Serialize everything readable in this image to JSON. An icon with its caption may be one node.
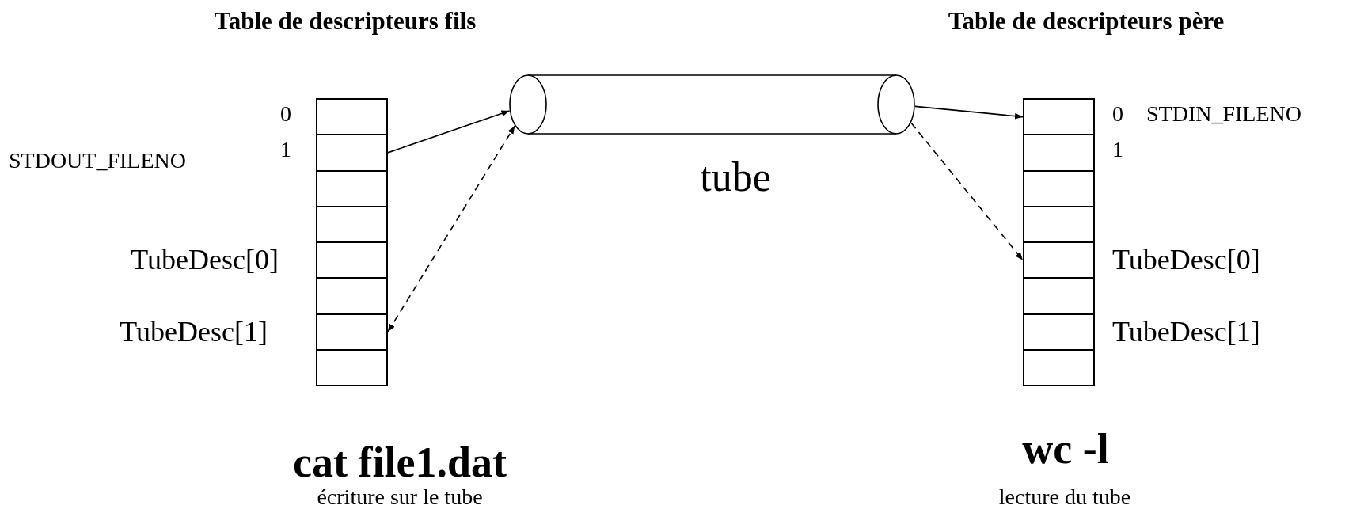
{
  "diagram": {
    "nodes": [
      {
        "text": [
          "Table de descripteurs fils"
        ]
      },
      {
        "text": [],
        "shape": "box",
        "in": 0,
        "beside": [
          "0"
        ]
      },
      {
        "text": [],
        "shape": "box",
        "in": 0,
        "beside": [
          "1"
        ]
      },
      {
        "text": [],
        "shape": "box",
        "in": 0
      },
      {
        "text": [],
        "shape": "box",
        "in": 0
      },
      {
        "text": [],
        "shape": "box",
        "in": 0,
        "beside": [
          "TubeDesc[0]"
        ]
      },
      {
        "text": [],
        "shape": "box",
        "in": 0
      },
      {
        "text": [],
        "shape": "box",
        "in": 0,
        "beside": [
          "TubeDesc[1]"
        ]
      },
      {
        "text": [],
        "shape": "box",
        "in": 0
      },
      {
        "text": [
          "tube"
        ]
      },
      {
        "text": [],
        "shape": "ellipse",
        "in": 9
      },
      {
        "text": [],
        "shape": "ellipse",
        "in": 9
      },
      {
        "text": [
          "Table de descripteurs père"
        ]
      },
      {
        "text": [],
        "shape": "box",
        "in": 12,
        "beside": [
          "0",
          "STDIN_FILENO"
        ]
      },
      {
        "text": [],
        "shape": "box",
        "in": 12,
        "beside": [
          "1"
        ]
      },
      {
        "text": [],
        "shape": "box",
        "in": 12
      },
      {
        "text": [],
        "shape": "box",
        "in": 12
      },
      {
        "text": [],
        "shape": "box",
        "in": 12,
        "beside": [
          "TubeDesc[0]"
        ]
      },
      {
        "text": [],
        "shape": "box",
        "in": 12
      },
      {
        "text": [],
        "shape": "box",
        "in": 12,
        "beside": [
          "TubeDesc[1]"
        ]
      },
      {
        "text": [],
        "shape": "box",
        "in": 12
      }
    ],
    "edges": [
      {
        "from": 2,
        "to": 10,
        "arrow": "to"
      },
      {
        "from": 7,
        "to": 10,
        "arrow": "both",
        "style": "dashed"
      },
      {
        "from": 11,
        "to": 13,
        "arrow": "to"
      },
      {
        "from": 11,
        "to": 17,
        "arrow": "to",
        "style": "dashed"
      }
    ],
    "labels": [
      "STDOUT_FILENO",
      "cat file1.dat",
      "écriture sur le tube",
      "wc -l",
      "lecture du tube"
    ]
  }
}
